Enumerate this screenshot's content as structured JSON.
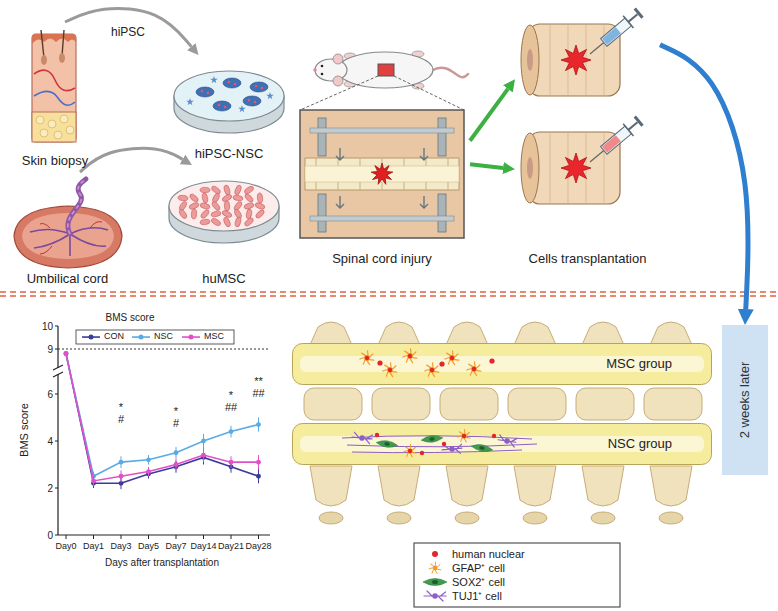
{
  "diagram": {
    "nodes": [
      {
        "text": [
          "Skin biopsy"
        ]
      },
      {
        "text": [
          "hiPSC-NSC"
        ]
      },
      {
        "text": [
          "Umbilical cord"
        ]
      },
      {
        "text": [
          "huMSC"
        ]
      },
      {
        "text": [
          "Spinal cord injury"
        ]
      },
      {
        "text": [
          "Cells transplantation"
        ]
      },
      {
        "text": [
          "2 weeks later"
        ]
      },
      {
        "text": [
          "MSC group"
        ]
      },
      {
        "text": [
          "NSC group"
        ]
      }
    ],
    "edges": [
      {
        "from": 0,
        "to": 1,
        "arrow": "to",
        "label": "hiPSC"
      },
      {
        "from": 2,
        "to": 3,
        "arrow": "to"
      },
      {
        "from": 4,
        "to": 5,
        "arrow": "to"
      },
      {
        "from": 4,
        "to": 5,
        "arrow": "to"
      },
      {
        "from": 5,
        "to": 6,
        "arrow": "to"
      }
    ],
    "labels": [
      "BMS score",
      "10",
      "9",
      "6",
      "4",
      "2",
      "0",
      "BMS score",
      "*",
      "#",
      "*",
      "#",
      "*",
      "##",
      "**",
      "##",
      "Day0",
      "Day1",
      "Day3",
      "Day5",
      "Day7",
      "Day14",
      "Day21",
      "Day28",
      "Days after transplantation"
    ],
    "legend": [
      {
        "text": "CON",
        "color": "#3b3b9e"
      },
      {
        "text": "NSC",
        "color": "#5aaae6"
      },
      {
        "text": "MSC",
        "color": "#e050c8"
      },
      {
        "text": "human nuclear"
      },
      {
        "text": "GFAP⁺ cell"
      },
      {
        "text": "SOX2⁺ cell"
      },
      {
        "text": "TUJ1⁺ cell"
      }
    ]
  }
}
